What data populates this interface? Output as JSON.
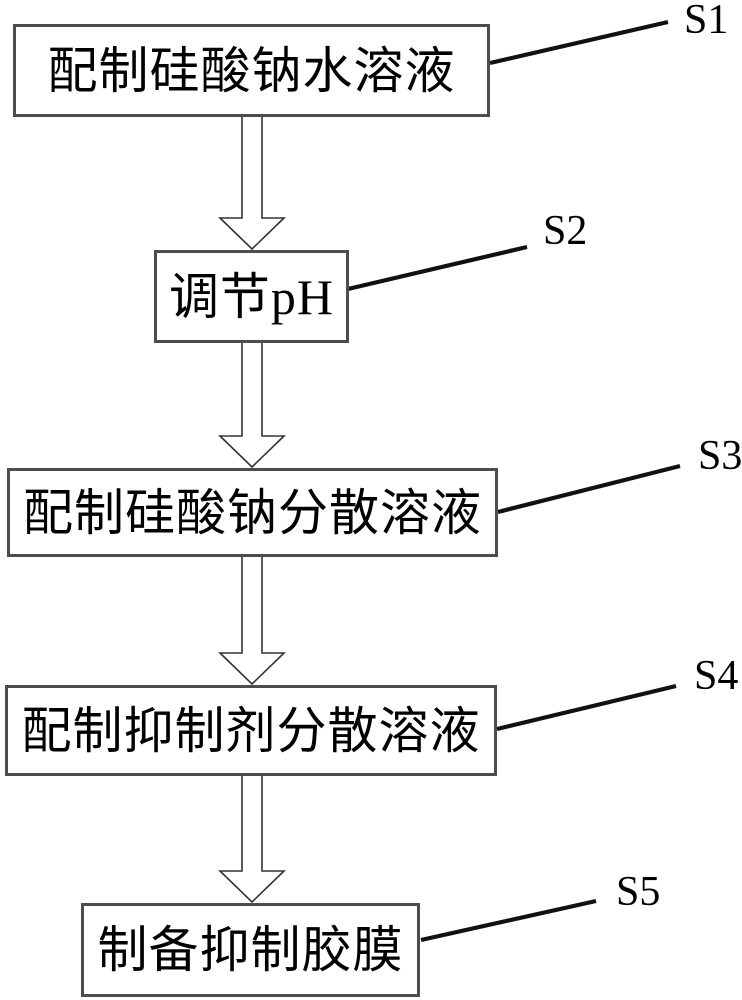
{
  "diagram": {
    "type": "flowchart",
    "direction": "top-down",
    "steps": [
      {
        "tag": "S1",
        "label": "配制硅酸钠水溶液"
      },
      {
        "tag": "S2",
        "label": "调节pH"
      },
      {
        "tag": "S3",
        "label": "配制硅酸钠分散溶液"
      },
      {
        "tag": "S4",
        "label": "配制抑制剂分散溶液"
      },
      {
        "tag": "S5",
        "label": "制备抑制胶膜"
      }
    ],
    "flow_sequence": [
      "S1",
      "S2",
      "S3",
      "S4",
      "S5"
    ],
    "colors": {
      "background": "#ffffff",
      "box_border": "#4d4d4d",
      "text": "#000000",
      "connector": "#111111"
    }
  }
}
